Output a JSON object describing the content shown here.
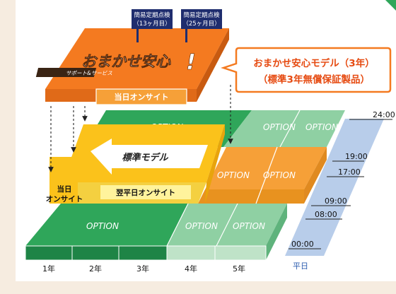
{
  "colors": {
    "orange": "#f47a20",
    "orange_dark": "#c85a10",
    "orange_light": "#f6a038",
    "yellow": "#fbc21b",
    "yellow_dark": "#e8a40c",
    "green": "#2fa65a",
    "green_dark": "#1e8446",
    "green_light": "#8fd0a3",
    "green_pale": "#bfe3c8",
    "blue_pale": "#b8cdea",
    "navy": "#1f2d6e",
    "red_text": "#e64b12"
  },
  "banners": {
    "first": {
      "line1": "簡易定期点検",
      "line2": "（13ヶ月目）"
    },
    "second": {
      "line1": "簡易定期点検",
      "line2": "（25ヶ月目）"
    }
  },
  "brand": {
    "logo_main": "おまかせ安心",
    "logo_mark": "!",
    "logo_sub": "サポート&サービス",
    "onsite_label": "当日オンサイト"
  },
  "callout": {
    "line1": "おまかせ安心モデル（3年）",
    "line2": "（標準3年無償保証製品）"
  },
  "model": {
    "standard_label": "標準モデル",
    "sameday_line1": "当日",
    "sameday_line2": "オンサイト",
    "nextday_label": "翌平日オンサイト"
  },
  "options": {
    "top_back": "OPTION",
    "top_y4": "OPTION",
    "top_y5": "OPTION",
    "mid_y4": "OPTION",
    "mid_y5": "OPTION",
    "bottom_front": "OPTION",
    "bottom_y4": "OPTION",
    "bottom_y5": "OPTION"
  },
  "times": [
    "24:00",
    "19:00",
    "17:00",
    "09:00",
    "08:00",
    "00:00"
  ],
  "weekday_label": "平日",
  "years": [
    "1年",
    "2年",
    "3年",
    "4年",
    "5年"
  ]
}
